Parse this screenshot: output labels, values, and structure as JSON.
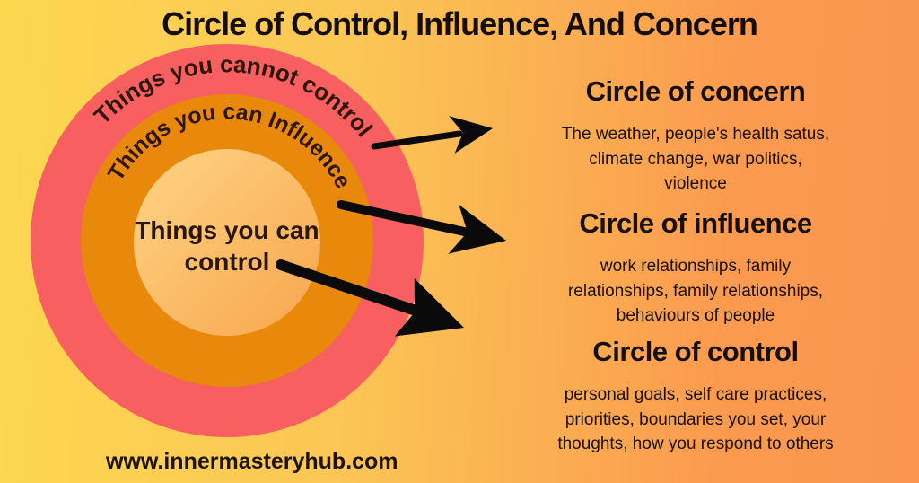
{
  "title": "Circle of Control, Influence, And Concern",
  "diagram": {
    "outer_ring": {
      "label": "Things you cannot control",
      "color": "#F75F61"
    },
    "middle_ring": {
      "label": "Things you can Influence",
      "color": "#E8890B"
    },
    "inner_circle": {
      "label_line1": "Things you can",
      "label_line2": "control",
      "gradient_start": "#FED586",
      "gradient_end": "#F8A54C"
    },
    "arrow_color": "#0a0a0a"
  },
  "sections": [
    {
      "heading": "Circle of concern",
      "lines": [
        "The weather, people's health satus,",
        "climate change, war politics,",
        "violence"
      ]
    },
    {
      "heading": "Circle of influence",
      "lines": [
        "work relationships, family",
        "relationships, family relationships,",
        "behaviours of people"
      ]
    },
    {
      "heading": "Circle of control",
      "lines": [
        "personal goals, self care practices,",
        "priorities, boundaries you set, your",
        "thoughts, how you respond to others"
      ]
    }
  ],
  "footer": {
    "website": "www.innermasteryhub.com"
  },
  "palette": {
    "background_left": "#FCD84F",
    "background_right": "#FB9550",
    "text_dark": "#191009"
  }
}
